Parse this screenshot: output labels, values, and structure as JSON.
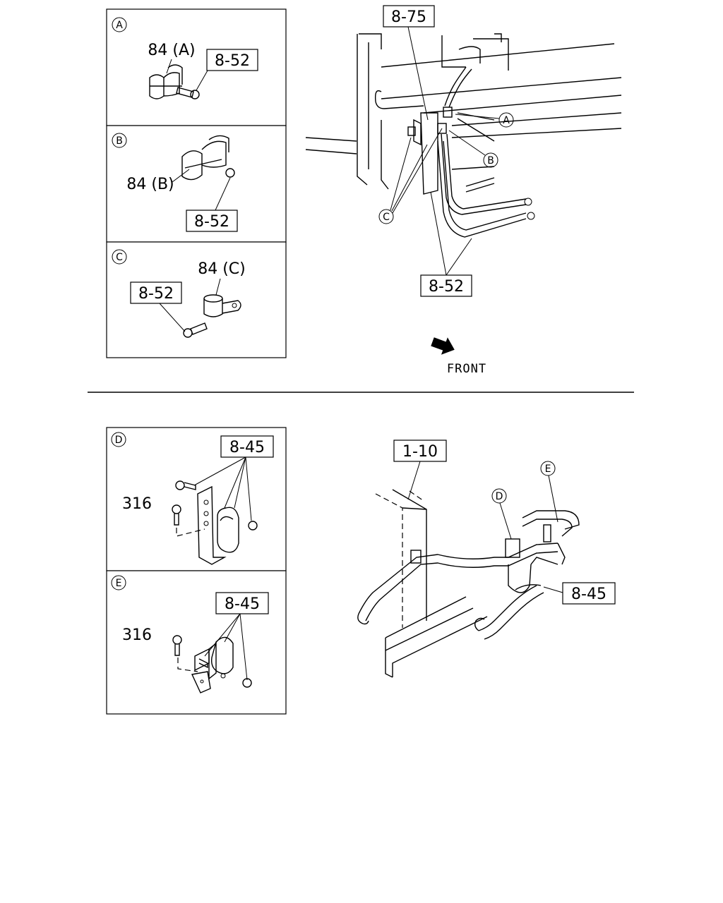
{
  "detail_labels": {
    "a": "A",
    "b": "B",
    "c": "C",
    "d": "D",
    "e": "E"
  },
  "part_labels": {
    "a_clip": "84 (A)",
    "a_ref": "8-52",
    "b_clip": "84 (B)",
    "b_ref": "8-52",
    "c_clip": "84 (C)",
    "c_ref": "8-52",
    "top_ref_875": "8-75",
    "top_ref_852": "8-52",
    "d_ref": "8-45",
    "d_bolt": "316",
    "e_ref": "8-45",
    "e_bolt": "316",
    "bottom_ref_110": "1-10",
    "bottom_ref_845": "8-45"
  },
  "callouts": {
    "top_a": "A",
    "top_b": "B",
    "top_c": "C",
    "bottom_d": "D",
    "bottom_e": "E"
  },
  "front_label": "FRONT"
}
